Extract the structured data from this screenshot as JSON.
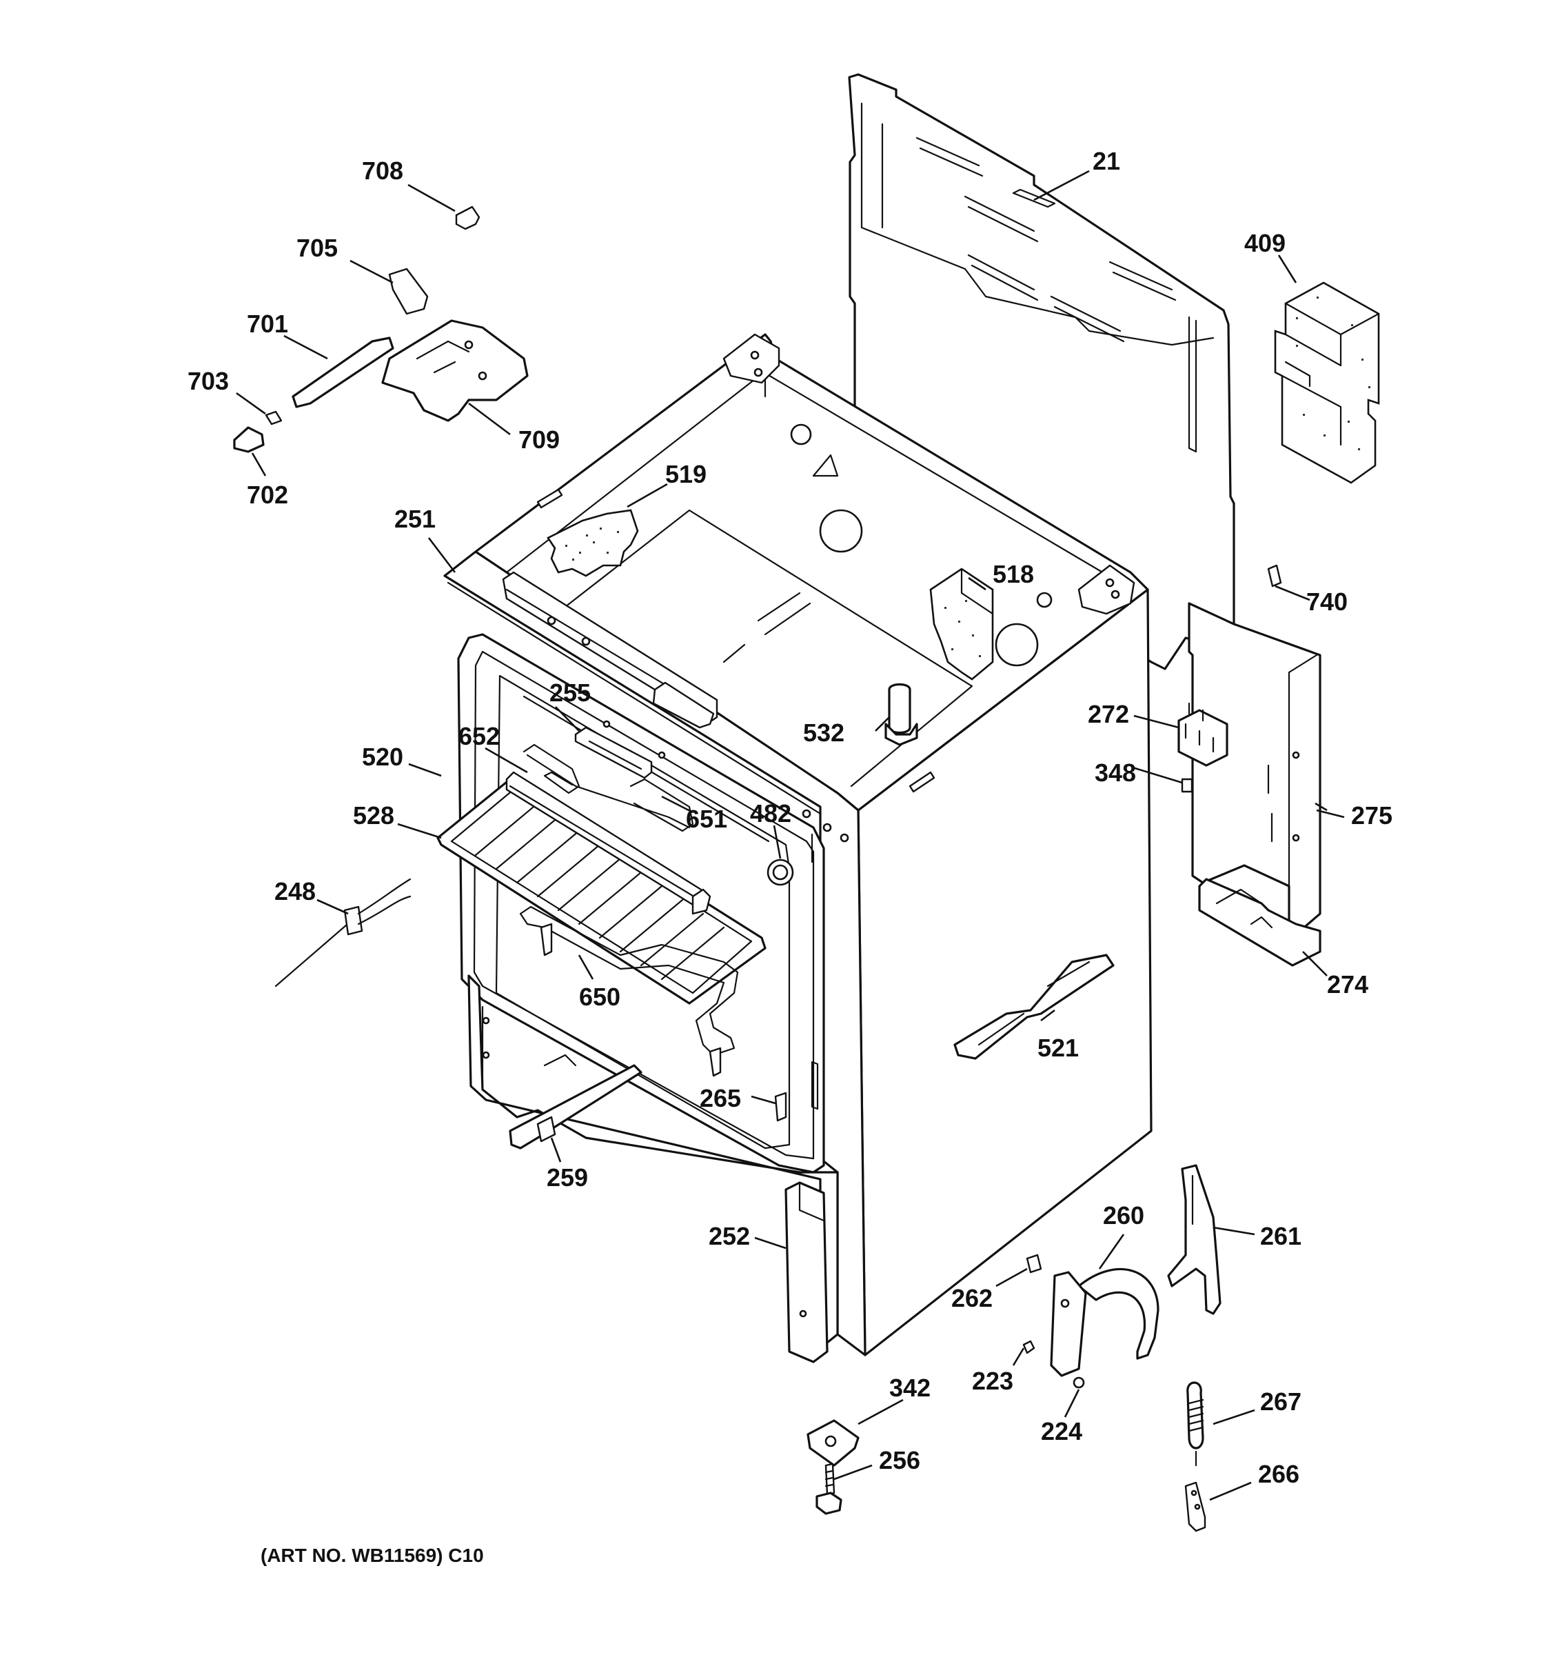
{
  "caption": "(ART NO. WB11569) C10",
  "callouts": {
    "c708": "708",
    "c705": "705",
    "c701": "701",
    "c703": "703",
    "c702": "702",
    "c709": "709",
    "c21": "21",
    "c409": "409",
    "c519": "519",
    "c251": "251",
    "c518": "518",
    "c740": "740",
    "c255": "255",
    "c532": "532",
    "c272": "272",
    "c652": "652",
    "c520": "520",
    "c348": "348",
    "c528": "528",
    "c651": "651",
    "c482": "482",
    "c275": "275",
    "c248": "248",
    "c650": "650",
    "c274": "274",
    "c521": "521",
    "c265": "265",
    "c259": "259",
    "c252": "252",
    "c260": "260",
    "c261": "261",
    "c262": "262",
    "c223": "223",
    "c342": "342",
    "c267": "267",
    "c224": "224",
    "c256": "256",
    "c266": "266"
  },
  "colors": {
    "ink": "#111111",
    "paper": "#ffffff"
  }
}
